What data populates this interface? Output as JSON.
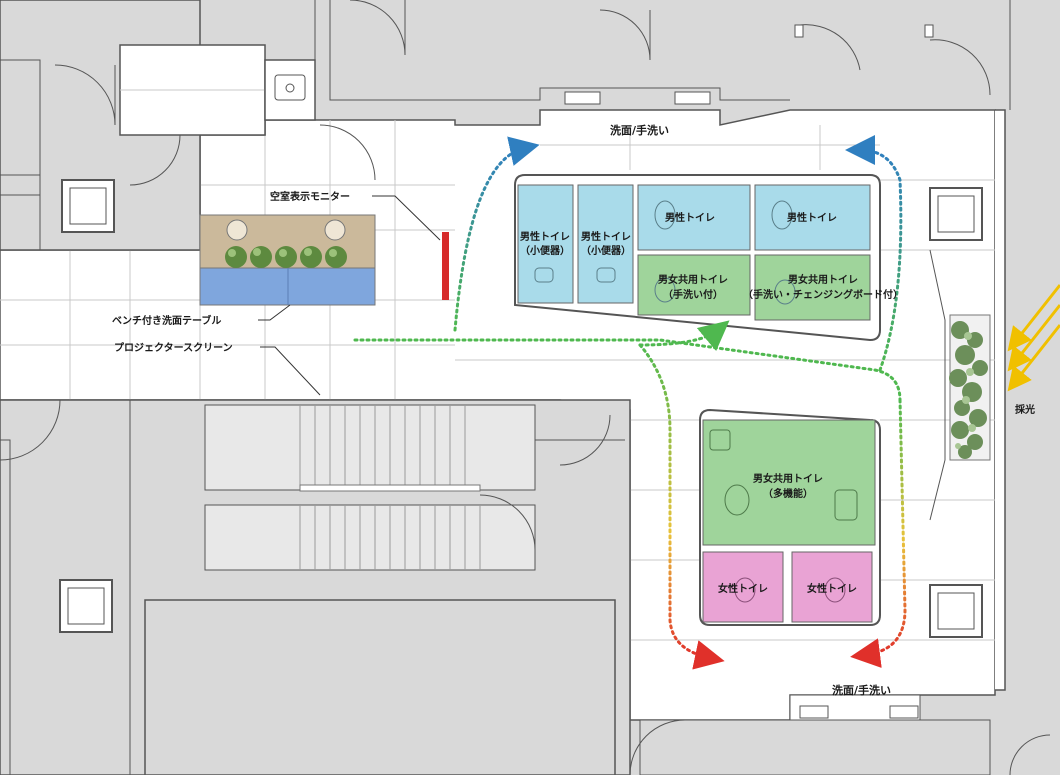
{
  "labels": {
    "vacancy_monitor": "空室表示モニター",
    "bench_sink_table": "ベンチ付き洗面テーブル",
    "projector_screen": "プロジェクタースクリーン",
    "wash_top": "洗面/手洗い",
    "wash_bottom": "洗面/手洗い",
    "daylight": "採光"
  },
  "rooms": {
    "men_urinal_1": {
      "line1": "男性トイレ",
      "line2": "（小便器）"
    },
    "men_urinal_2": {
      "line1": "男性トイレ",
      "line2": "（小便器）"
    },
    "men_toilet_1": "男性トイレ",
    "men_toilet_2": "男性トイレ",
    "unisex_1": {
      "line1": "男女共用トイレ",
      "line2": "（手洗い付）"
    },
    "unisex_2": {
      "line1": "男女共用トイレ",
      "line2": "（手洗い・チェンジングボード付）"
    },
    "unisex_multi": {
      "line1": "男女共用トイレ",
      "line2": "（多機能）"
    },
    "women_1": "女性トイレ",
    "women_2": "女性トイレ"
  },
  "colors": {
    "men": "#a9dbea",
    "unisex": "#9fd49b",
    "women": "#e9a3d4",
    "bench_wood": "#cbb99b",
    "bench_blue": "#7fa6dd",
    "monitor": "#d62b2b",
    "flow_blue": "#2f7fc0",
    "flow_green": "#4fb84f",
    "flow_red": "#e0302a",
    "sun": "#f0c000"
  }
}
